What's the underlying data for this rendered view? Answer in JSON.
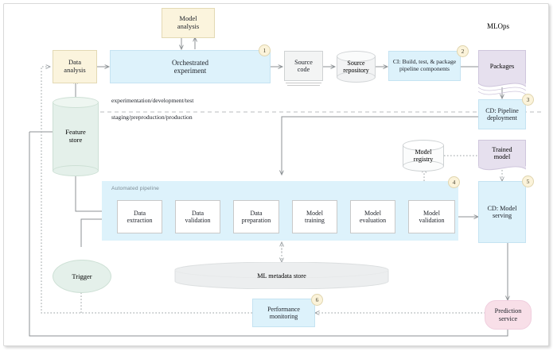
{
  "title_top_right": "MLOps",
  "environment_labels": {
    "upper": "experimentation/development/test",
    "lower": "staging/preproduction/production"
  },
  "pipeline_container_label": "Automated pipeline",
  "nodes": {
    "model_analysis": "Model\nanalysis",
    "data_analysis": "Data\nanalysis",
    "orchestrated_experiment": "Orchestrated\nexperiment",
    "source_code": "Source\ncode",
    "source_repository": "Source\nrepository",
    "ci": "CI: Build, test, & package\npipeline components",
    "packages": "Packages",
    "cd_pipeline_deployment": "CD: Pipeline\ndeployment",
    "feature_store": "Feature\nstore",
    "model_registry": "Model\nregistry",
    "trained_model": "Trained\nmodel",
    "data_extraction": "Data\nextraction",
    "data_validation": "Data\nvalidation",
    "data_preparation": "Data\npreparation",
    "model_training": "Model\ntraining",
    "model_evaluation": "Model\nevaluation",
    "model_validation": "Model\nvalidation",
    "cd_model_serving": "CD: Model\nserving",
    "ml_metadata_store": "ML metadata store",
    "trigger": "Trigger",
    "performance_monitoring": "Performance\nmonitoring",
    "prediction_service": "Prediction\nservice"
  },
  "badges": {
    "b1": "1",
    "b2": "2",
    "b3": "3",
    "b4": "4",
    "b5": "5",
    "b6": "6"
  },
  "colors": {
    "yellow": "#fbf4dd",
    "blue": "#ddf2fb",
    "grey": "#f3f4f4",
    "lavender": "#e6e0ee",
    "pink": "#f8dfe8",
    "green": "#e4f0ea",
    "stroke": "#8c9194",
    "badge_bg": "#fbf3da"
  }
}
